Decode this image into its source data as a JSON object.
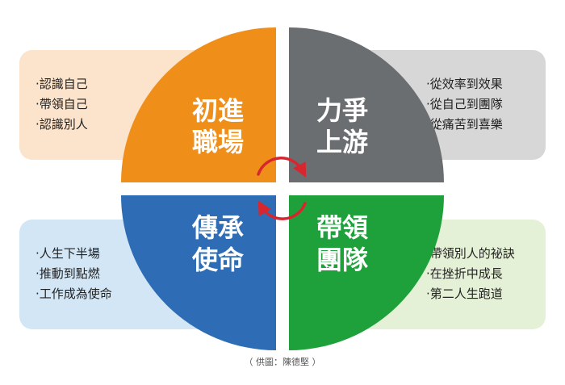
{
  "quadrants": {
    "top_left": {
      "title_line1": "初進",
      "title_line2": "職場",
      "color": "#ef8f1a",
      "items": [
        "認識自己",
        "帶領自己",
        "認識別人"
      ]
    },
    "top_right": {
      "title_line1": "力爭",
      "title_line2": "上游",
      "color": "#6b6e70",
      "items": [
        "從效率到效果",
        "從自己到團隊",
        "從痛苦到喜樂"
      ]
    },
    "bottom_left": {
      "title_line1": "傳承",
      "title_line2": "使命",
      "color": "#2e6db5",
      "items": [
        "人生下半場",
        "推動到點燃",
        "工作成為使命"
      ]
    },
    "bottom_right": {
      "title_line1": "帶領",
      "title_line2": "團隊",
      "color": "#1ea03a",
      "items": [
        "帶領別人的祕訣",
        "在挫折中成長",
        "第二人生跑道"
      ]
    }
  },
  "cycle_arrow_color": "#d8262e",
  "caption": "（ 供圖：陳德堅 ）"
}
